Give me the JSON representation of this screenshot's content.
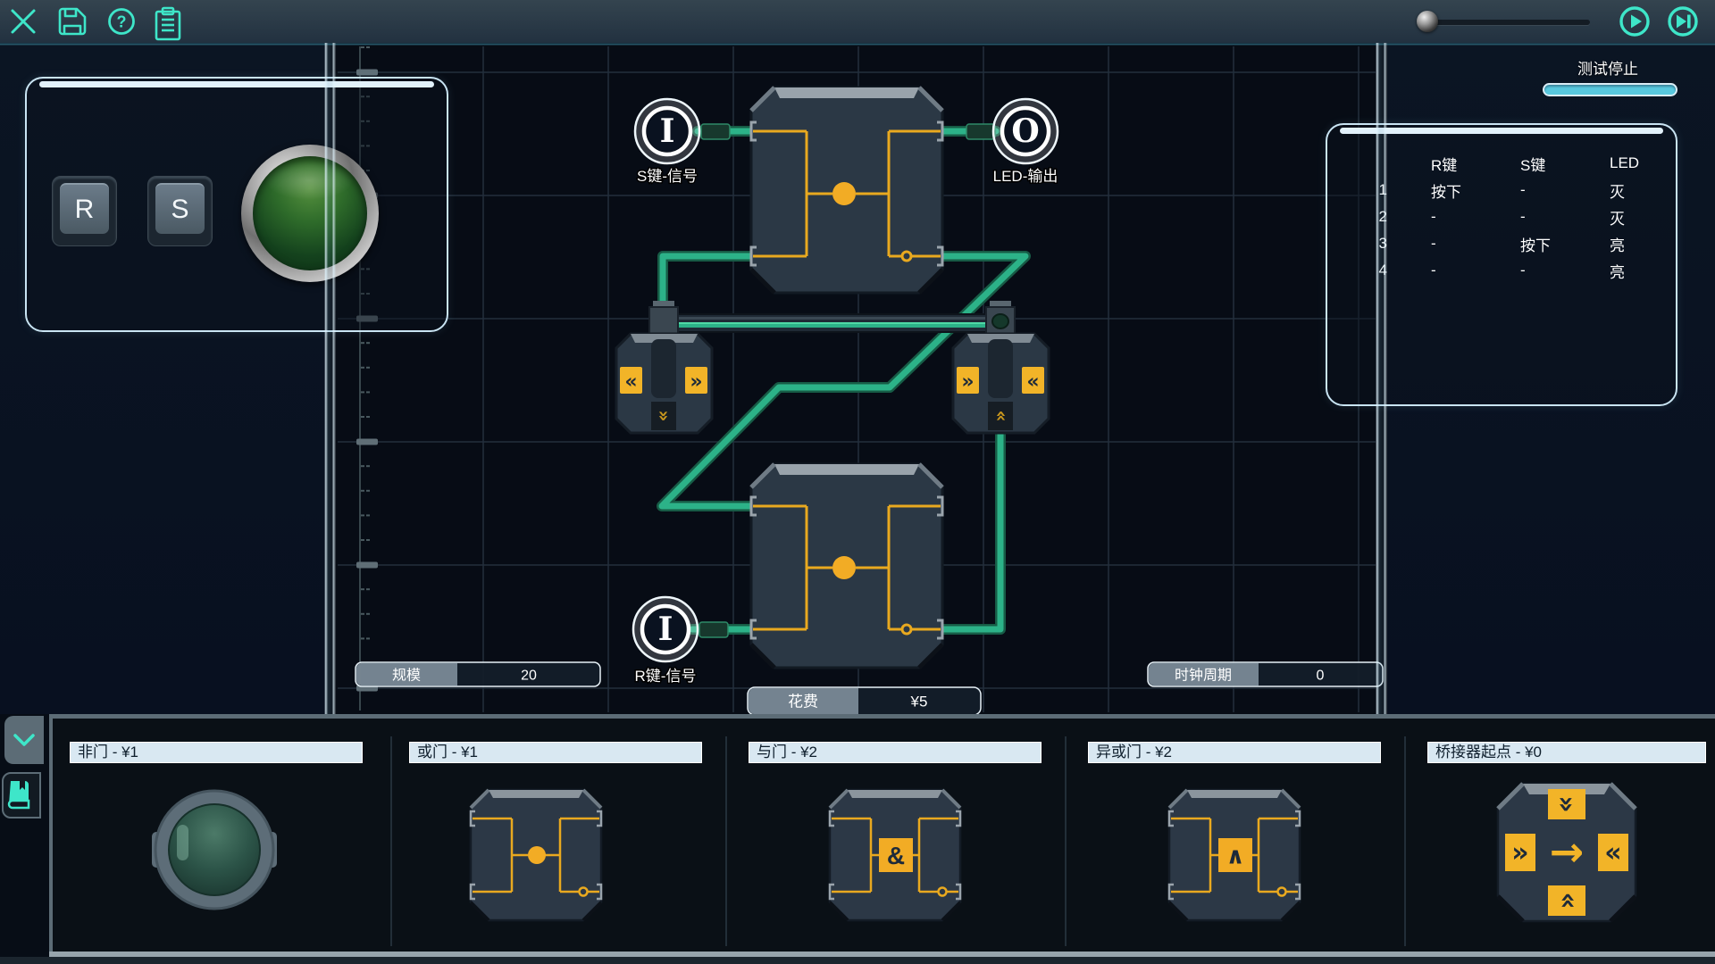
{
  "toolbar": {
    "icons": [
      "close",
      "save",
      "help",
      "clipboard"
    ],
    "help_glyph": "?"
  },
  "transport": {
    "slider_name": "speed-slider",
    "play": "play",
    "step": "step"
  },
  "status": {
    "label": "测试停止"
  },
  "io_panel": {
    "key_r": "R",
    "key_s": "S"
  },
  "canvas": {
    "s_input_label": "S键-信号",
    "r_input_label": "R键-信号",
    "output_label": "LED-输出",
    "input_glyph": "I",
    "output_glyph": "O"
  },
  "hud": {
    "scale_label": "规模",
    "scale_value": "20",
    "cost_label": "花费",
    "cost_value": "¥5",
    "clock_label": "时钟周期",
    "clock_value": "0"
  },
  "truth_table": {
    "headers": [
      "R键",
      "S键",
      "LED"
    ],
    "rows": [
      {
        "n": "1",
        "r": "按下",
        "s": "-",
        "led": "灭"
      },
      {
        "n": "2",
        "r": "-",
        "s": "-",
        "led": "灭"
      },
      {
        "n": "3",
        "r": "-",
        "s": "按下",
        "led": "亮"
      },
      {
        "n": "4",
        "r": "-",
        "s": "-",
        "led": "亮"
      }
    ]
  },
  "palette": {
    "cards": [
      {
        "label": "非门 - ¥1"
      },
      {
        "label": "或门 - ¥1"
      },
      {
        "label": "与门 - ¥2"
      },
      {
        "label": "异或门 - ¥2"
      },
      {
        "label": "桥接器起点 - ¥0"
      }
    ]
  },
  "glyphs": {
    "and": "&",
    "xor": "∧",
    "arrow": "→",
    "chev_left": "«",
    "chev_right": "»"
  },
  "colors": {
    "accent": "#3ee6c9",
    "wire": "#2cb288",
    "trace": "#e9a91f",
    "badge": "#f2b428",
    "panel_border": "#c9e4f3",
    "led_green": "#2e6b2a",
    "progress": "#58c8de"
  }
}
